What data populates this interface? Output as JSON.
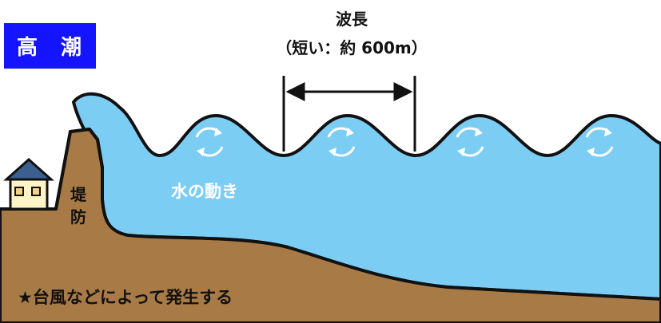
{
  "title": "高 潮",
  "wavelength": {
    "label": "波長",
    "sublabel": "（短い：約 600m）"
  },
  "water_motion_label": "水の動き",
  "levee_label_line1": "堤",
  "levee_label_line2": "防",
  "note": "★台風などによって発生する",
  "colors": {
    "title_bg": "#1414ff",
    "water": "#7ccdf3",
    "ground": "#a87a46",
    "outline": "#111111",
    "house_wall": "#fff3c8",
    "house_roof": "#3b5f8f"
  }
}
